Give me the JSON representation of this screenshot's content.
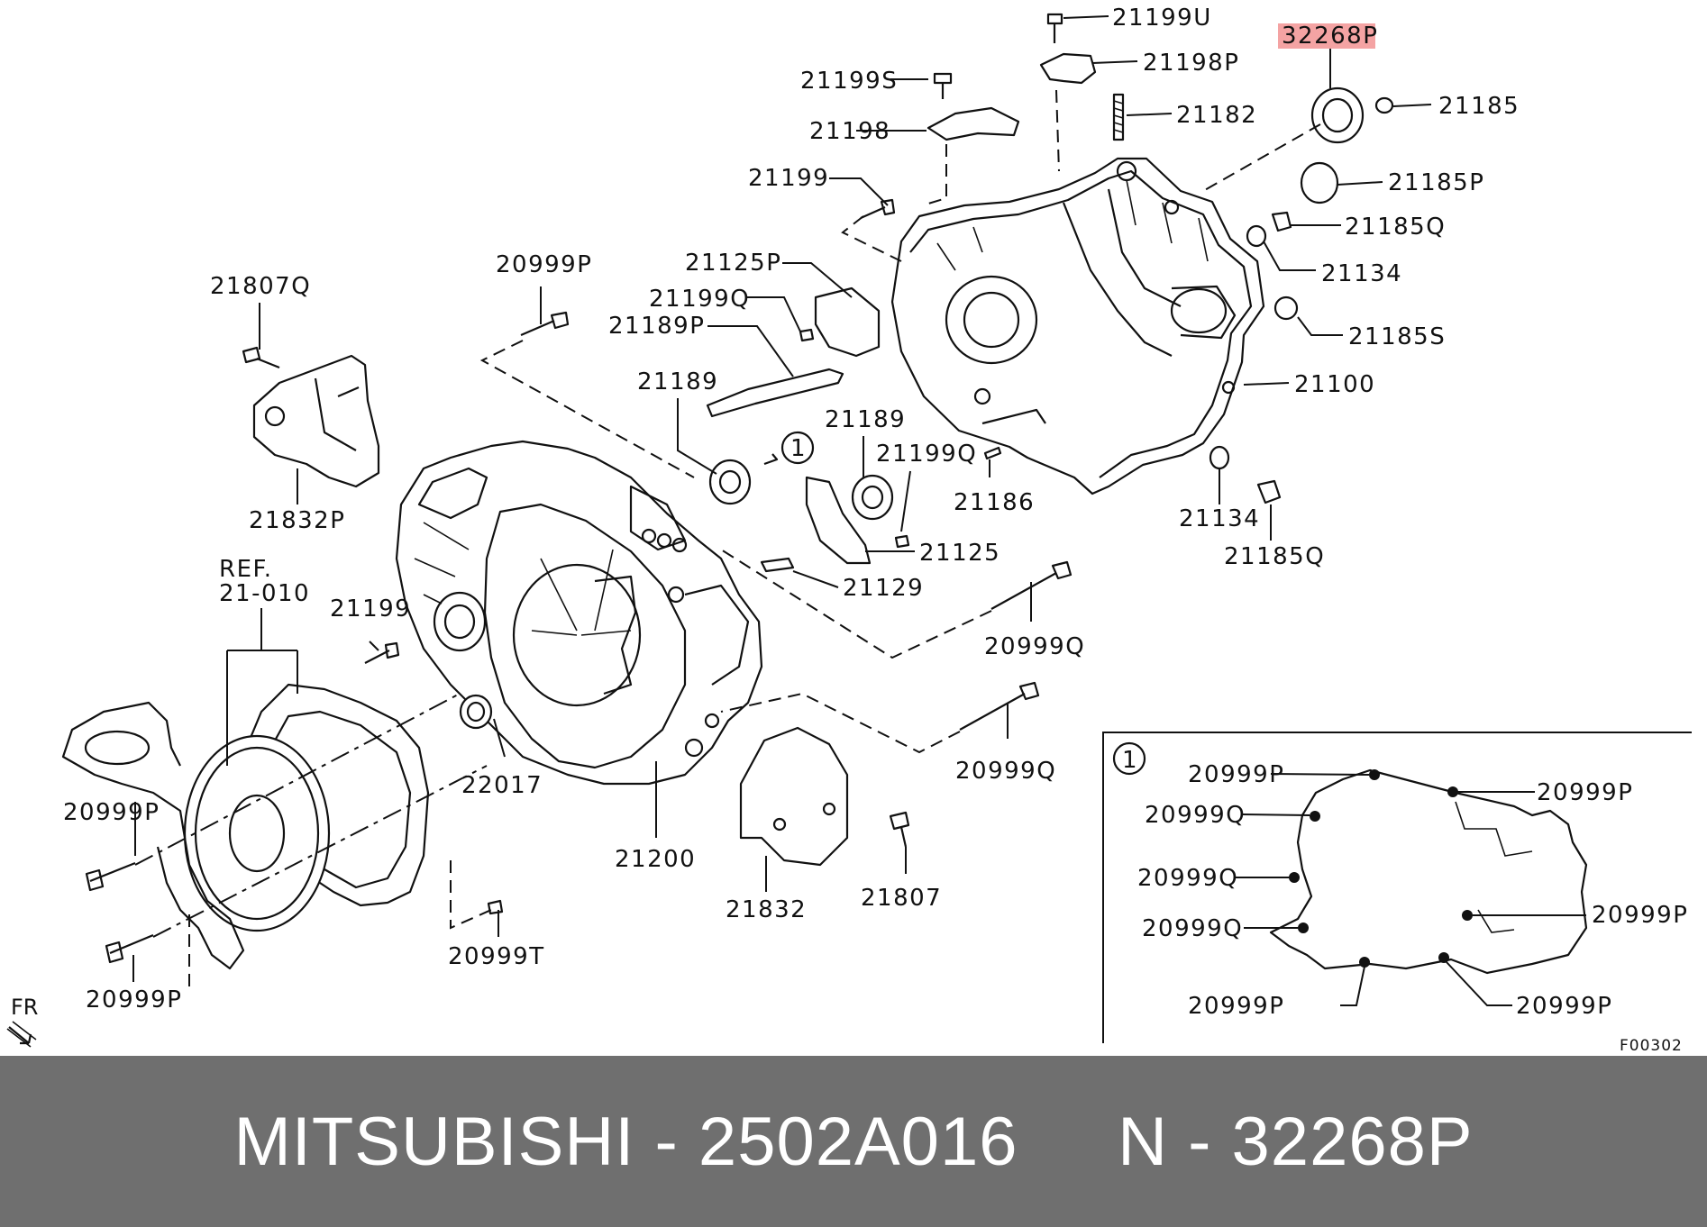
{
  "diagram": {
    "highlight_color": "#f4a3a3",
    "inset_callout_number": "1",
    "callout_marker": "1",
    "fr_label": "FR",
    "ref_line1": "REF.",
    "ref_line2": "21-010",
    "figure_code": "F00302",
    "labels": {
      "p32268P": "32268P",
      "p21199U": "21199U",
      "p21198P": "21198P",
      "p21199S": "21199S",
      "p21182": "21182",
      "p21185": "21185",
      "p21198": "21198",
      "p21185P": "21185P",
      "p21199a": "21199",
      "p21185Qa": "21185Q",
      "p21134a": "21134",
      "p20999Pa": "20999P",
      "p21125P": "21125P",
      "p21807Q": "21807Q",
      "p21199Qa": "21199Q",
      "p21185S": "21185S",
      "p21189P": "21189P",
      "p21100": "21100",
      "p21189a": "21189",
      "p21189b": "21189",
      "p21199Qb": "21199Q",
      "p21186": "21186",
      "p21134b": "21134",
      "p21832Pa": "21832P",
      "p21125": "21125",
      "p21185Qb": "21185Q",
      "p21129": "21129",
      "p21199b": "21199",
      "p20999Qa": "20999Q",
      "p20999Qb": "20999Q",
      "p22017": "22017",
      "p20999Pb": "20999P",
      "p21200": "21200",
      "p21807": "21807",
      "p21832": "21832",
      "p20999T": "20999T",
      "p20999Pc": "20999P"
    },
    "inset_labels": {
      "i1": "20999P",
      "i2": "20999P",
      "i3": "20999Q",
      "i4": "20999Q",
      "i5": "20999P",
      "i6": "20999Q",
      "i7": "20999P",
      "i8": "20999P"
    }
  },
  "footer": {
    "brand": "MITSUBISHI",
    "sep1": "-",
    "part_number": "2502A016",
    "ref_prefix": "N",
    "sep2": "-",
    "ref_number": "32268P"
  }
}
